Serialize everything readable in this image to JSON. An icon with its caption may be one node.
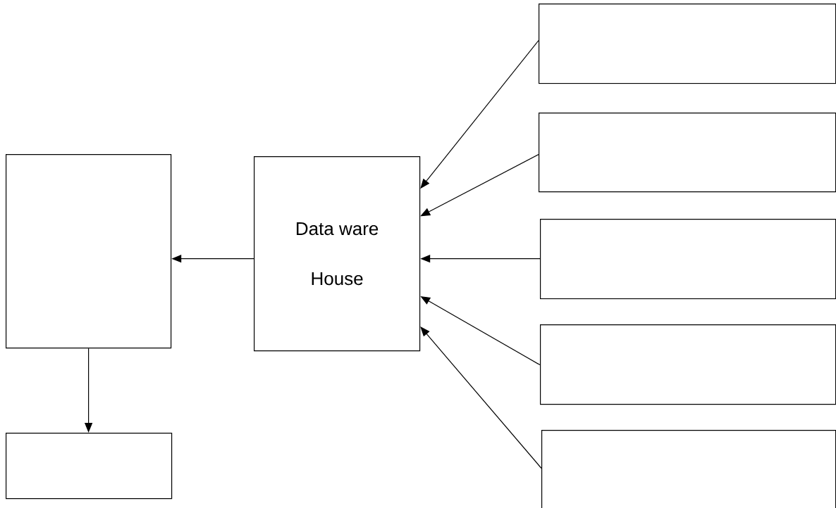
{
  "diagram": {
    "nodes": [
      {
        "text": [],
        "shape": "box"
      },
      {
        "text": [],
        "shape": "box"
      },
      {
        "text": [
          "Data ware House"
        ]
      },
      {
        "text": [],
        "shape": "box"
      },
      {
        "text": [],
        "shape": "box"
      },
      {
        "text": [],
        "shape": "box"
      },
      {
        "text": [],
        "shape": "box"
      },
      {
        "text": [],
        "shape": "box"
      }
    ],
    "edges": [
      {
        "from": 2,
        "to": 0,
        "arrow": "to"
      },
      {
        "from": 0,
        "to": 1,
        "arrow": "to"
      },
      {
        "from": 3,
        "to": 2,
        "arrow": "to"
      },
      {
        "from": 4,
        "to": 2,
        "arrow": "to"
      },
      {
        "from": 5,
        "to": 2,
        "arrow": "to"
      },
      {
        "from": 6,
        "to": 2,
        "arrow": "to"
      },
      {
        "from": 7,
        "to": 2,
        "arrow": "to"
      }
    ]
  }
}
